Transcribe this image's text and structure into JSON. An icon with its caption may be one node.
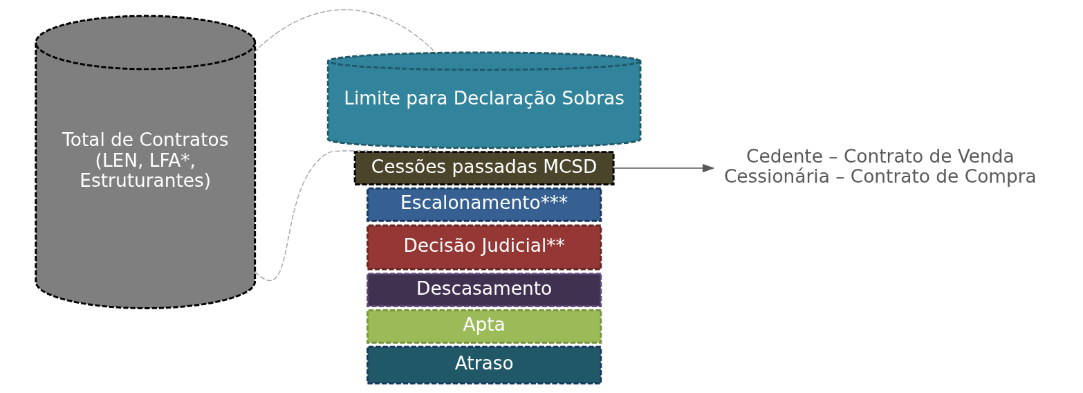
{
  "diagram": {
    "nodes": [
      {
        "text": [
          "Total de Contratos (LEN, LFA*, Estruturantes)"
        ]
      },
      {
        "text": [
          "Limite para Declaração Sobras"
        ]
      },
      {
        "text": [
          "Cessões passadas MCSD"
        ]
      },
      {
        "text": [
          "Escalonamento***"
        ]
      },
      {
        "text": [
          "Decisão Judicial**"
        ]
      },
      {
        "text": [
          "Descasamento"
        ]
      },
      {
        "text": [
          "Apta"
        ]
      },
      {
        "text": [
          "Atraso"
        ]
      },
      {
        "text": [
          "Cedente – Contrato de Venda",
          "Cessionária – Contrato de Compra"
        ]
      }
    ],
    "edges": [
      {
        "from": 0,
        "to": 1,
        "arrow": "none",
        "style": "dashed",
        "color": "#a6a6a6"
      },
      {
        "from": 0,
        "to": 1,
        "arrow": "none",
        "style": "dashed",
        "color": "#a6a6a6"
      },
      {
        "from": 2,
        "to": 8,
        "arrow": "to"
      }
    ]
  }
}
